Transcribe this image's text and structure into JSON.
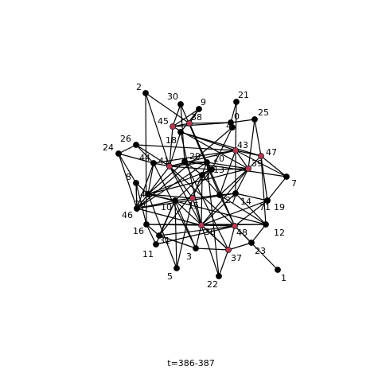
{
  "caption": "t=386-387",
  "colors": {
    "node_default": "#000000",
    "node_highlight": "#b03a52",
    "edge": "#000000"
  },
  "nodes": [
    {
      "id": "0",
      "highlight": false
    },
    {
      "id": "1",
      "highlight": false
    },
    {
      "id": "2",
      "highlight": false
    },
    {
      "id": "3",
      "highlight": false
    },
    {
      "id": "4",
      "highlight": false
    },
    {
      "id": "5",
      "highlight": false
    },
    {
      "id": "7",
      "highlight": false
    },
    {
      "id": "8",
      "highlight": false
    },
    {
      "id": "9",
      "highlight": false
    },
    {
      "id": "10",
      "highlight": false
    },
    {
      "id": "11",
      "highlight": false
    },
    {
      "id": "12",
      "highlight": false
    },
    {
      "id": "13",
      "highlight": false
    },
    {
      "id": "14",
      "highlight": false
    },
    {
      "id": "15",
      "highlight": true
    },
    {
      "id": "16",
      "highlight": false
    },
    {
      "id": "17",
      "highlight": false
    },
    {
      "id": "18",
      "highlight": false
    },
    {
      "id": "19",
      "highlight": false
    },
    {
      "id": "20",
      "highlight": false
    },
    {
      "id": "21",
      "highlight": false
    },
    {
      "id": "22",
      "highlight": false
    },
    {
      "id": "23",
      "highlight": false
    },
    {
      "id": "24",
      "highlight": false
    },
    {
      "id": "25",
      "highlight": false
    },
    {
      "id": "26",
      "highlight": false
    },
    {
      "id": "27",
      "highlight": false
    },
    {
      "id": "28",
      "highlight": true
    },
    {
      "id": "29",
      "highlight": false
    },
    {
      "id": "30",
      "highlight": false
    },
    {
      "id": "31",
      "highlight": false
    },
    {
      "id": "36",
      "highlight": true
    },
    {
      "id": "37",
      "highlight": true
    },
    {
      "id": "38",
      "highlight": true
    },
    {
      "id": "39",
      "highlight": true
    },
    {
      "id": "40",
      "highlight": false
    },
    {
      "id": "41",
      "highlight": true
    },
    {
      "id": "43",
      "highlight": true
    },
    {
      "id": "44",
      "highlight": false
    },
    {
      "id": "45",
      "highlight": true
    },
    {
      "id": "46",
      "highlight": false
    },
    {
      "id": "47",
      "highlight": true
    },
    {
      "id": "48",
      "highlight": true
    },
    {
      "id": "71",
      "highlight": false
    }
  ],
  "edges": [
    [
      "2",
      "41"
    ],
    [
      "2",
      "16"
    ],
    [
      "2",
      "38"
    ],
    [
      "30",
      "45"
    ],
    [
      "30",
      "29"
    ],
    [
      "9",
      "18"
    ],
    [
      "9",
      "45"
    ],
    [
      "9",
      "38"
    ],
    [
      "21",
      "0"
    ],
    [
      "21",
      "43"
    ],
    [
      "25",
      "0"
    ],
    [
      "25",
      "47"
    ],
    [
      "25",
      "39"
    ],
    [
      "45",
      "38"
    ],
    [
      "45",
      "41"
    ],
    [
      "45",
      "0"
    ],
    [
      "38",
      "0"
    ],
    [
      "38",
      "20"
    ],
    [
      "38",
      "48"
    ],
    [
      "18",
      "41"
    ],
    [
      "18",
      "43"
    ],
    [
      "18",
      "36"
    ],
    [
      "26",
      "44"
    ],
    [
      "26",
      "24"
    ],
    [
      "26",
      "41"
    ],
    [
      "26",
      "43"
    ],
    [
      "24",
      "8"
    ],
    [
      "24",
      "28"
    ],
    [
      "24",
      "44"
    ],
    [
      "44",
      "41"
    ],
    [
      "44",
      "43"
    ],
    [
      "44",
      "28"
    ],
    [
      "44",
      "40"
    ],
    [
      "41",
      "13"
    ],
    [
      "41",
      "43"
    ],
    [
      "41",
      "15"
    ],
    [
      "41",
      "36"
    ],
    [
      "41",
      "20"
    ],
    [
      "41",
      "40"
    ],
    [
      "29",
      "20"
    ],
    [
      "29",
      "40"
    ],
    [
      "29",
      "37"
    ],
    [
      "20",
      "39"
    ],
    [
      "20",
      "13"
    ],
    [
      "20",
      "15"
    ],
    [
      "43",
      "39"
    ],
    [
      "43",
      "47"
    ],
    [
      "43",
      "7"
    ],
    [
      "43",
      "27"
    ],
    [
      "43",
      "14"
    ],
    [
      "47",
      "39"
    ],
    [
      "47",
      "7"
    ],
    [
      "47",
      "71"
    ],
    [
      "47",
      "12"
    ],
    [
      "39",
      "27"
    ],
    [
      "39",
      "36"
    ],
    [
      "39",
      "14"
    ],
    [
      "39",
      "13"
    ],
    [
      "13",
      "17"
    ],
    [
      "13",
      "40"
    ],
    [
      "13",
      "31"
    ],
    [
      "17",
      "10"
    ],
    [
      "17",
      "36"
    ],
    [
      "17",
      "27"
    ],
    [
      "8",
      "40"
    ],
    [
      "8",
      "28"
    ],
    [
      "8",
      "16"
    ],
    [
      "40",
      "10"
    ],
    [
      "40",
      "15"
    ],
    [
      "40",
      "28"
    ],
    [
      "28",
      "10"
    ],
    [
      "28",
      "36"
    ],
    [
      "28",
      "14"
    ],
    [
      "10",
      "15"
    ],
    [
      "10",
      "31"
    ],
    [
      "10",
      "3"
    ],
    [
      "10",
      "37"
    ],
    [
      "15",
      "27"
    ],
    [
      "15",
      "36"
    ],
    [
      "15",
      "5"
    ],
    [
      "27",
      "14"
    ],
    [
      "27",
      "12"
    ],
    [
      "27",
      "48"
    ],
    [
      "14",
      "71"
    ],
    [
      "14",
      "12"
    ],
    [
      "14",
      "36"
    ],
    [
      "71",
      "19"
    ],
    [
      "71",
      "48"
    ],
    [
      "19",
      "36"
    ],
    [
      "19",
      "7"
    ],
    [
      "16",
      "36"
    ],
    [
      "16",
      "31"
    ],
    [
      "16",
      "12"
    ],
    [
      "16",
      "11"
    ],
    [
      "31",
      "3"
    ],
    [
      "31",
      "48"
    ],
    [
      "36",
      "3"
    ],
    [
      "36",
      "48"
    ],
    [
      "36",
      "22"
    ],
    [
      "36",
      "37"
    ],
    [
      "36",
      "12"
    ],
    [
      "48",
      "23"
    ],
    [
      "48",
      "37"
    ],
    [
      "48",
      "1"
    ],
    [
      "12",
      "23"
    ],
    [
      "23",
      "37"
    ],
    [
      "37",
      "22"
    ],
    [
      "3",
      "37"
    ],
    [
      "5",
      "10"
    ],
    [
      "11",
      "10"
    ],
    [
      "11",
      "48"
    ],
    [
      "22",
      "20"
    ],
    [
      "4",
      "13"
    ],
    [
      "4",
      "28"
    ],
    [
      "0",
      "4"
    ],
    [
      "40",
      "5"
    ],
    [
      "17",
      "29"
    ],
    [
      "12",
      "40"
    ],
    [
      "46",
      "8"
    ],
    [
      "46",
      "28"
    ],
    [
      "41",
      "48"
    ],
    [
      "45",
      "39"
    ],
    [
      "18",
      "47"
    ],
    [
      "29",
      "7"
    ],
    [
      "40",
      "39"
    ],
    [
      "20",
      "46"
    ],
    [
      "30",
      "27"
    ],
    [
      "3",
      "44"
    ]
  ]
}
